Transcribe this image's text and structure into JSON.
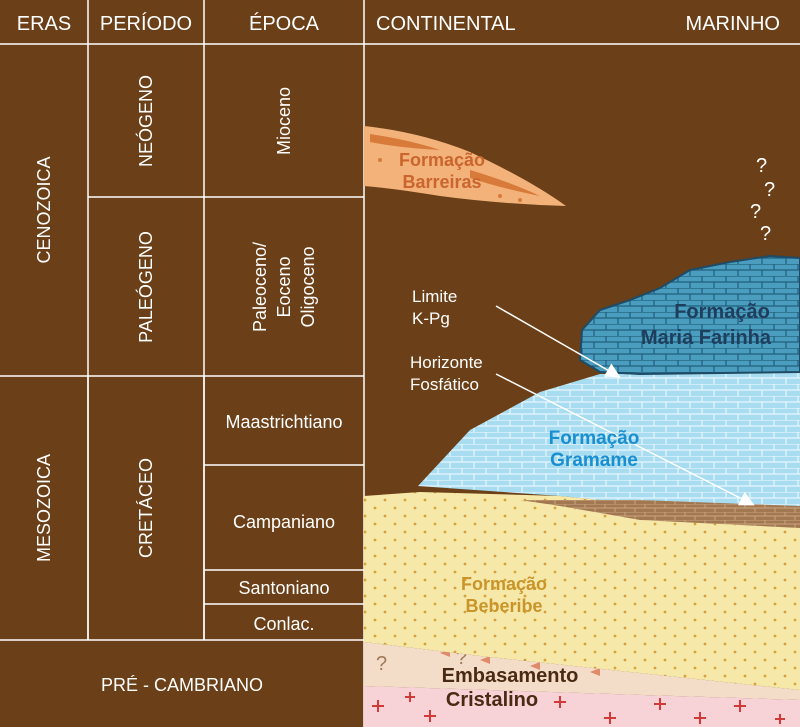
{
  "headers": {
    "eras": "ERAS",
    "periodo": "PERÍODO",
    "epoca": "ÉPOCA",
    "continental": "CONTINENTAL",
    "marinho": "MARINHO"
  },
  "eras": {
    "cenozoica": "CENOZOICA",
    "mesozoica": "MESOZOICA",
    "precambriano": "PRÉ - CAMBRIANO"
  },
  "periodos": {
    "neogeno": "NEÓGENO",
    "paleogeno": "PALEÓGENO",
    "cretaceo": "CRETÁCEO"
  },
  "epocas": {
    "mioceno": "Mioceno",
    "paleoceno": "Paleoceno/",
    "eoceno": "Eoceno",
    "oligoceno": "Oligoceno",
    "maastrichtiano": "Maastrichtiano",
    "campaniano": "Campaniano",
    "santoniano": "Santoniano",
    "conlac": "Conlac."
  },
  "formations": {
    "barreiras_1": "Formação",
    "barreiras_2": "Barreiras",
    "maria_1": "Formação",
    "maria_2": "Maria Farinha",
    "gramame_1": "Formação",
    "gramame_2": "Gramame",
    "beberibe_1": "Formação",
    "beberibe_2": "Beberibe",
    "embasamento": "Embasamento",
    "cristalino": "Cristalino"
  },
  "annotations": {
    "limite_1": "Limite",
    "limite_2": "K-Pg",
    "horizonte_1": "Horizonte",
    "horizonte_2": "Fosfático",
    "question": "?"
  },
  "colors": {
    "background": "#6b3f17",
    "barreiras": "#f2b27a",
    "maria_farinha": "#4b9dbf",
    "gramame": "#a8dcf0",
    "beberibe": "#f6e8a8",
    "embasamento": "#f3dcc8",
    "cristalino": "#f7d2d6"
  }
}
